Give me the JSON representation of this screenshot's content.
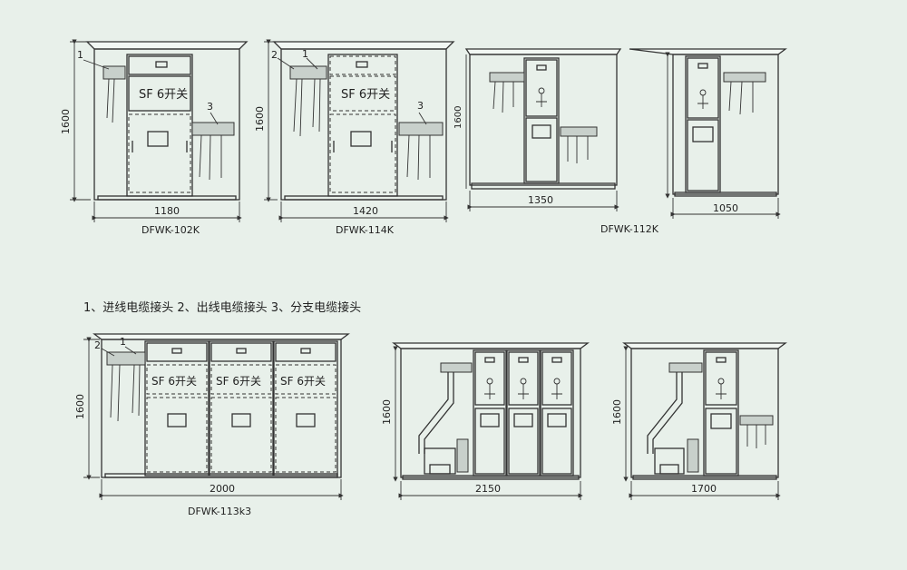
{
  "legend": "1、进线电缆接头  2、出线电缆接头   3、分支电缆接头",
  "switch_label": "SF  6开关",
  "units": [
    {
      "model": "DFWK-102K",
      "width": "1180",
      "height": "1600",
      "callouts": [
        "1",
        "3"
      ]
    },
    {
      "model": "DFWK-114K",
      "width": "1420",
      "height": "1600",
      "callouts": [
        "2",
        "1",
        "3"
      ]
    },
    {
      "model": "DFWK-112K",
      "width_a": "1350",
      "width_b": "1050",
      "height": "1600"
    },
    {
      "model": "DFWK-113k3",
      "width": "2000",
      "height": "1600",
      "callouts": [
        "2",
        "1"
      ]
    },
    {
      "width": "2150",
      "height": "1600"
    },
    {
      "width": "1700",
      "height": "1600"
    }
  ]
}
